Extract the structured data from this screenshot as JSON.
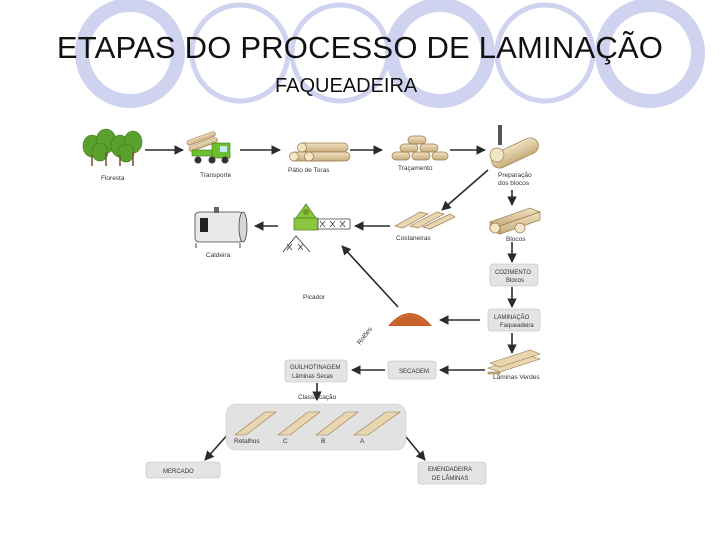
{
  "title": "ETAPAS DO PROCESSO DE LAMINAÇÃO",
  "subtitle": "FAQUEADEIRA",
  "colors": {
    "ring": "#cfd3f0",
    "arrow": "#2b2b2b",
    "wood": "#e8d6b0",
    "wood_dark": "#b99a68",
    "tree": "#5aa02c",
    "truck": "#6cbf2e",
    "chips": "#c8602a",
    "box": "#e4e4e4"
  },
  "labels": {
    "floresta": "Floresta",
    "transporte": "Transporte",
    "patio": "Pátio de Toras",
    "tracamento": "Traçamento",
    "preparacao_1": "Preparação",
    "preparacao_2": "dos blocos",
    "costaneiras": "Costaneiras",
    "blocos": "Blocos",
    "caldeira": "Caldeira",
    "picador": "Picador",
    "cozimento_1": "COZIMENTO",
    "cozimento_2": "Blocos",
    "laminacao_1": "LAMINAÇÃO",
    "laminacao_2": "Faqueadeira",
    "rolos": "Rolões",
    "guilhotinagem_1": "GUILHOTINAGEM",
    "guilhotinagem_2": "Lâminas Secas",
    "secagem": "SECAGEM",
    "laminas_verdes": "Lâminas Verdes",
    "classificacao": "Classificação",
    "retalhos": "Retalhos",
    "grade_c": "C",
    "grade_b": "B",
    "grade_a": "A",
    "mercado": "MERCADO",
    "emendadeira_1": "EMENDADEIRA",
    "emendadeira_2": "DE LÂMINAS"
  }
}
